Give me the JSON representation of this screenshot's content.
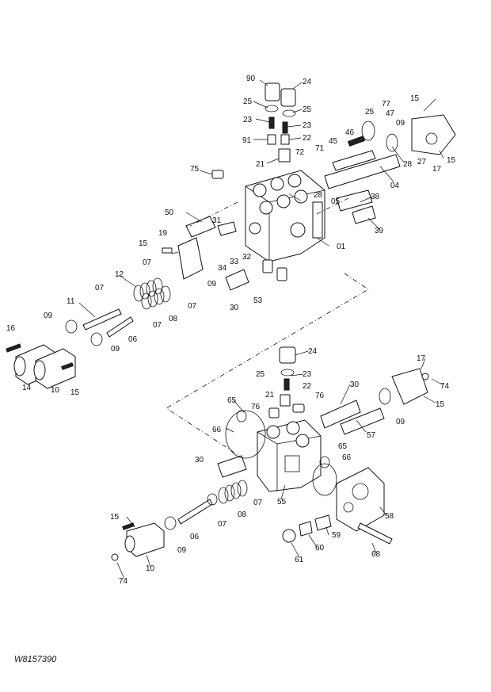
{
  "drawing_code": "W8157390",
  "callouts": [
    "90",
    "24",
    "25",
    "25",
    "23",
    "23",
    "91",
    "22",
    "21",
    "75",
    "72",
    "71",
    "45",
    "46",
    "47",
    "77",
    "25",
    "15",
    "09",
    "27",
    "17",
    "15",
    "28",
    "04",
    "28",
    "05",
    "38",
    "39",
    "50",
    "31",
    "01",
    "15",
    "19",
    "33",
    "32",
    "34",
    "09",
    "07",
    "12",
    "07",
    "07",
    "30",
    "53",
    "09",
    "11",
    "08",
    "07",
    "16",
    "09",
    "06",
    "14",
    "10",
    "15",
    "24",
    "25",
    "23",
    "22",
    "21",
    "76",
    "17",
    "74",
    "30",
    "15",
    "65",
    "76",
    "09",
    "57",
    "66",
    "30",
    "65",
    "66",
    "07",
    "08",
    "55",
    "58",
    "15",
    "09",
    "06",
    "07",
    "59",
    "60",
    "61",
    "68",
    "10",
    "74"
  ]
}
